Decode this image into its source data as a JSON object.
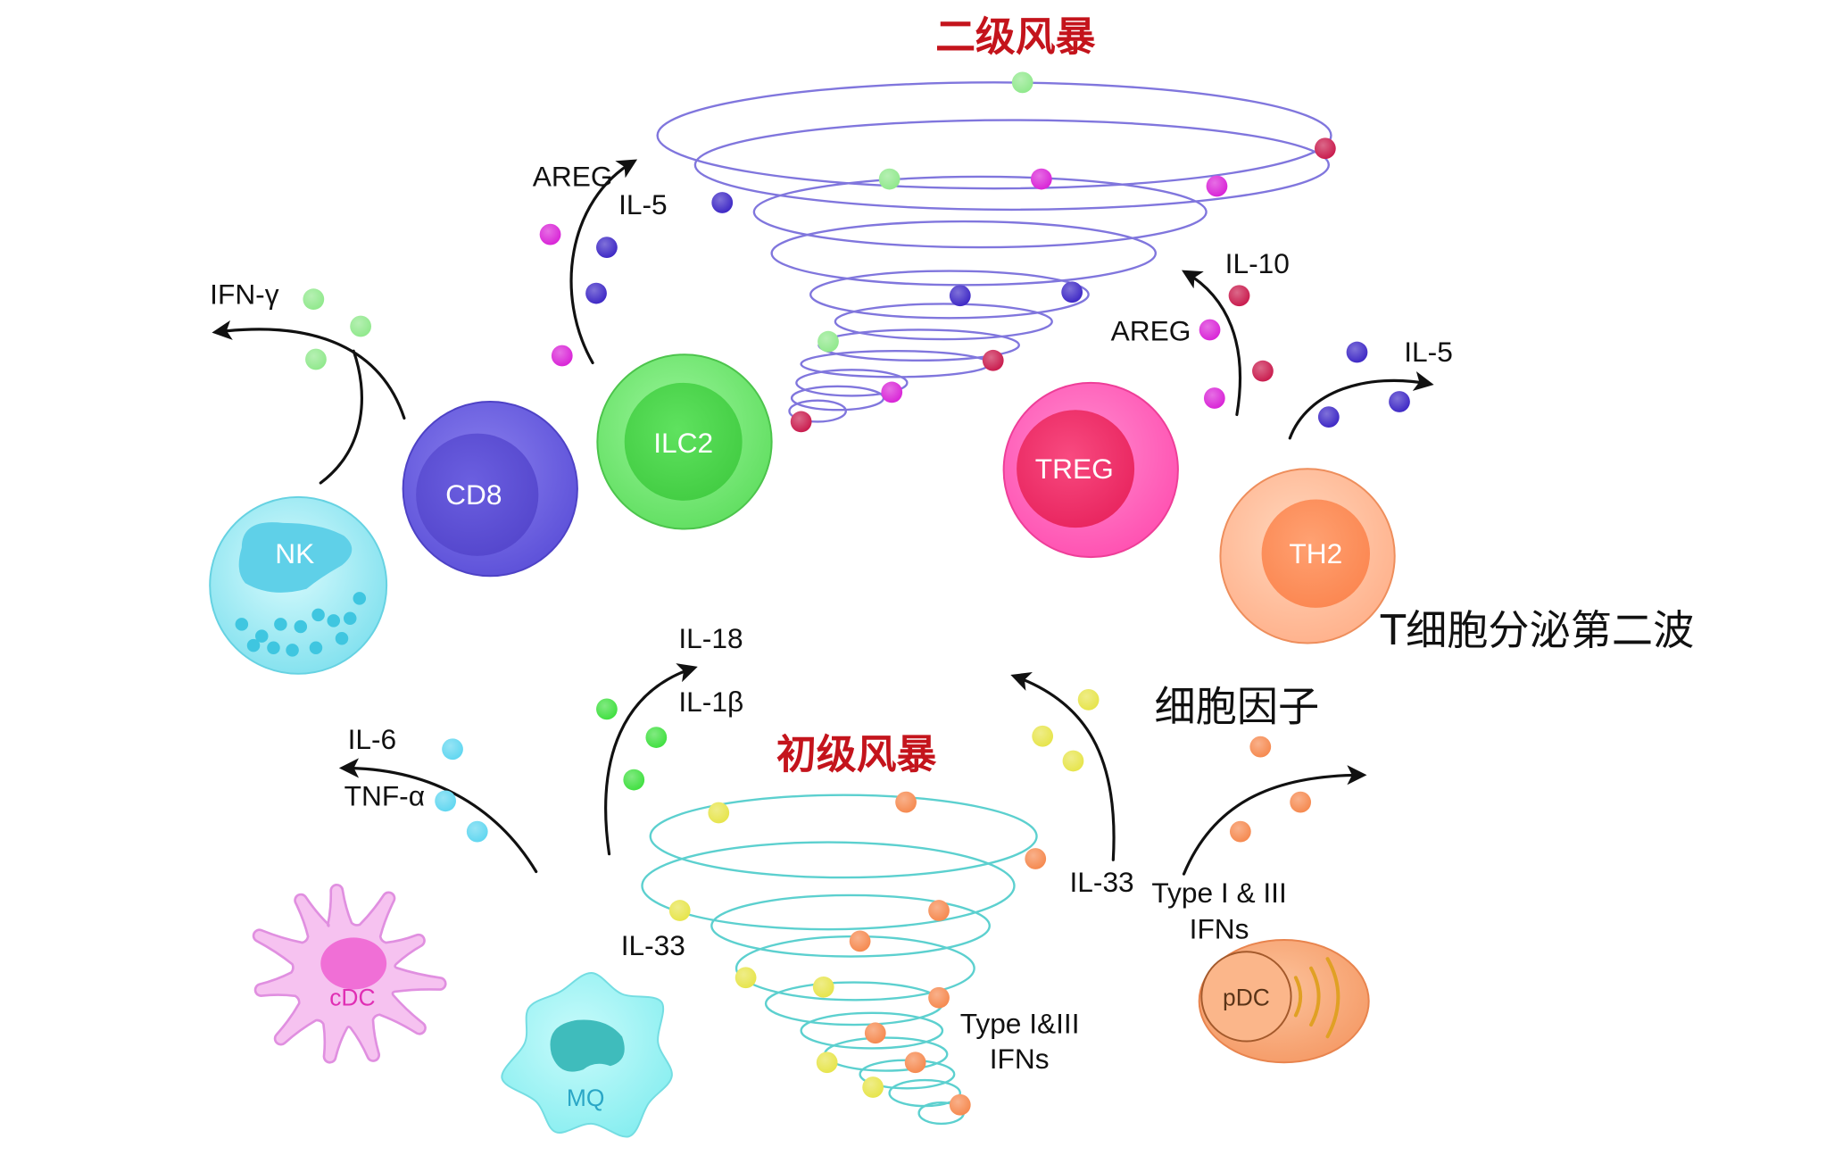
{
  "titles": {
    "secondary_storm": "二级风暴",
    "primary_storm": "初级风暴"
  },
  "captions": {
    "line1": "T细胞分泌第二波",
    "line2": "细胞因子"
  },
  "cells": {
    "nk": "NK",
    "cd8": "CD8",
    "ilc2": "ILC2",
    "treg": "TREG",
    "th2": "TH2",
    "cdc": "cDC",
    "mq": "MQ",
    "pdc": "pDC"
  },
  "labels": {
    "nk_ifn": "IFN-γ",
    "ilc2_areg": "AREG",
    "ilc2_il5": "IL-5",
    "treg_il10": "IL-10",
    "treg_areg": "AREG",
    "th2_il5": "IL-5",
    "mq_il18": "IL-18",
    "mq_il1b": "IL-1β",
    "cdc_il6": "IL-6",
    "cdc_tnfa": "TNF-α",
    "storm_il33_left": "IL-33",
    "storm_il33_right": "IL-33",
    "storm_ifns_line1": "Type I&III",
    "storm_ifns_line2": "IFNs",
    "pdc_ifns_line1": "Type I & III",
    "pdc_ifns_line2": "IFNs"
  },
  "colors": {
    "title": "#c4141c",
    "top_storm": "#8076dd",
    "bottom_storm": "#5cd0cf",
    "dots": {
      "lightgreen": "#8ee88a",
      "crimson": "#c8174a",
      "magenta": "#d820d6",
      "indigo": "#3a24c4",
      "green": "#3ddf3d",
      "cyan": "#5ed6f0",
      "yellow": "#e6e448",
      "orange": "#f5874c"
    }
  }
}
